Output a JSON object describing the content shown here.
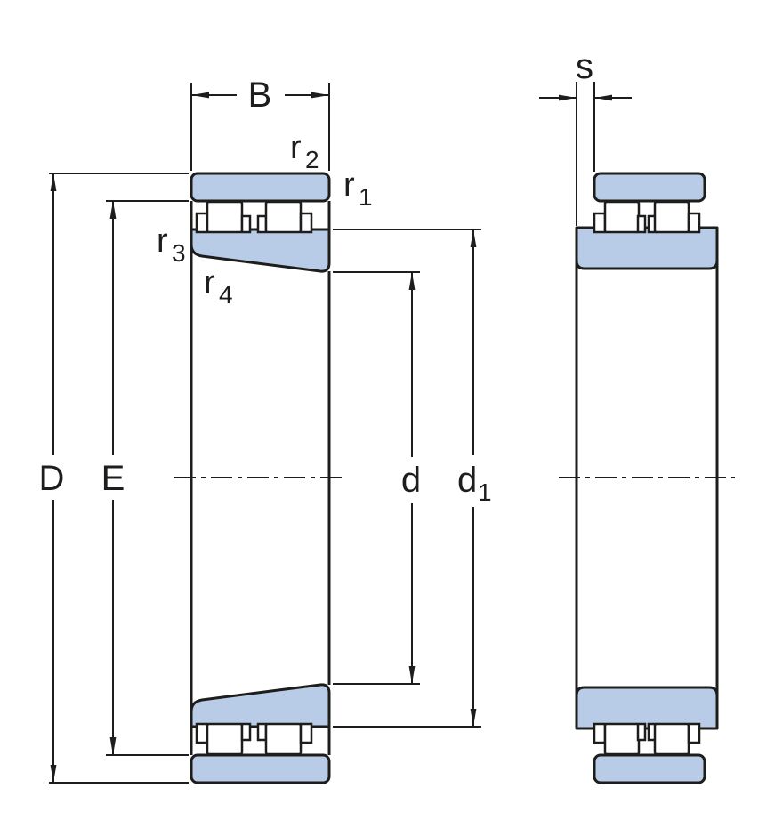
{
  "diagram": {
    "colors": {
      "part_fill": "#b8cbe7",
      "line": "#1d1d1b",
      "background": "#ffffff"
    },
    "dimensions": {
      "B": "B",
      "s": "s",
      "D": "D",
      "E": "E",
      "d": "d",
      "d1": {
        "base": "d",
        "sub": "1"
      },
      "r1": {
        "base": "r",
        "sub": "1"
      },
      "r2": {
        "base": "r",
        "sub": "2"
      },
      "r3": {
        "base": "r",
        "sub": "3"
      },
      "r4": {
        "base": "r",
        "sub": "4"
      }
    }
  }
}
